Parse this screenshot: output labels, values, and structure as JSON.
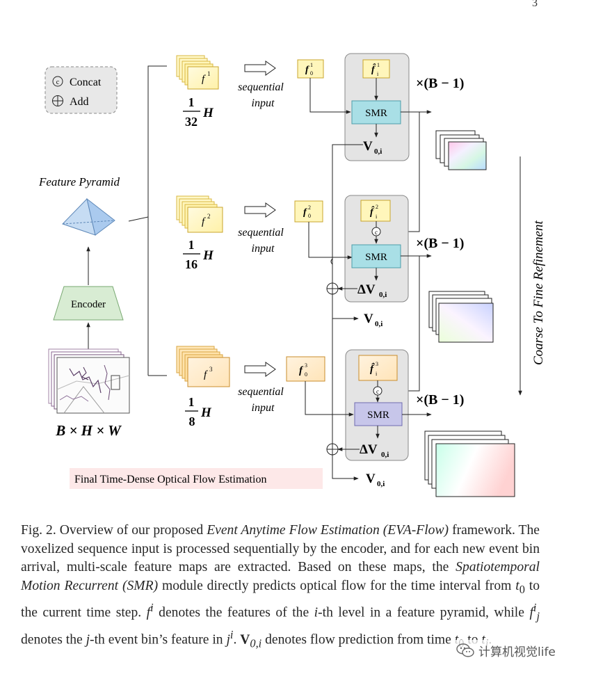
{
  "page_mark": "3",
  "legend": {
    "concat": "Concat",
    "add": "Add",
    "concat_symbol": "c"
  },
  "pyramid": {
    "label": "Feature Pyramid",
    "encoder": "Encoder",
    "input_dims": "B × H × W"
  },
  "levels": [
    {
      "feature": "f",
      "feature_sup": "1",
      "scale_num": "1",
      "scale_den": "32",
      "scale_var": "H",
      "seq_line1": "sequential",
      "seq_line2": "input",
      "init_feat": "f",
      "init_sub": "0",
      "init_sup": "1",
      "bin_feat": "f̂",
      "bin_sub": "i",
      "bin_sup": "1",
      "smr": "SMR",
      "repeat": "×(B − 1)",
      "output": "V",
      "output_sub": "0,i"
    },
    {
      "feature": "f",
      "feature_sup": "2",
      "scale_num": "1",
      "scale_den": "16",
      "scale_var": "H",
      "seq_line1": "sequential",
      "seq_line2": "input",
      "init_feat": "f",
      "init_sub": "0",
      "init_sup": "2",
      "bin_feat": "f̂",
      "bin_sub": "i",
      "bin_sup": "2",
      "smr": "SMR",
      "repeat": "×(B − 1)",
      "delta": "ΔV",
      "delta_sub": "0,i",
      "output": "V",
      "output_sub": "0,i"
    },
    {
      "feature": "f",
      "feature_sup": "3",
      "scale_num": "1",
      "scale_den": "8",
      "scale_var": "H",
      "seq_line1": "sequential",
      "seq_line2": "input",
      "init_feat": "f",
      "init_sub": "0",
      "init_sup": "3",
      "bin_feat": "f̂",
      "bin_sub": "i",
      "bin_sup": "3",
      "smr": "SMR",
      "repeat": "×(B − 1)",
      "delta": "ΔV",
      "delta_sub": "0,i",
      "output": "V",
      "output_sub": "0,i"
    }
  ],
  "refinement_label": "Coarse To Fine Refinement",
  "final_label": "Final Time-Dense Optical Flow Estimation",
  "caption": {
    "t1": "Fig. 2.   Overview of our proposed ",
    "i1": "Event Anytime Flow Estimation (EVA-Flow)",
    "t2": " framework. The voxelized sequence input is processed sequentially by the encoder, and for each new event bin arrival, multi-scale feature maps are extracted. Based on these maps, the ",
    "i2": "Spatiotemporal Motion Recurrent (SMR)",
    "t3": " module directly predicts optical flow for the time interval from ",
    "m1": "t",
    "m1sub": "0",
    "t4": " to the current time step. ",
    "m2": "f",
    "m2sup": "i",
    "t5": " denotes the features of the ",
    "m3": "i",
    "t6": "-th level in a feature pyramid, while ",
    "m4": "f",
    "m4sup": "i",
    "m4sub": "j",
    "t7": " denotes the ",
    "m5": "j",
    "t8": "-th event bin’s feature in ",
    "m6": "j",
    "m6sup": "i",
    "t9": ". ",
    "m7": "V",
    "m7sub": "0,i",
    "t10": " denotes flow prediction from time ",
    "m8": "t",
    "m8sub": "0",
    "t11": " to ",
    "m9": "t",
    "m9sub": "i",
    "t12": "."
  },
  "watermark": "计算机视觉life"
}
